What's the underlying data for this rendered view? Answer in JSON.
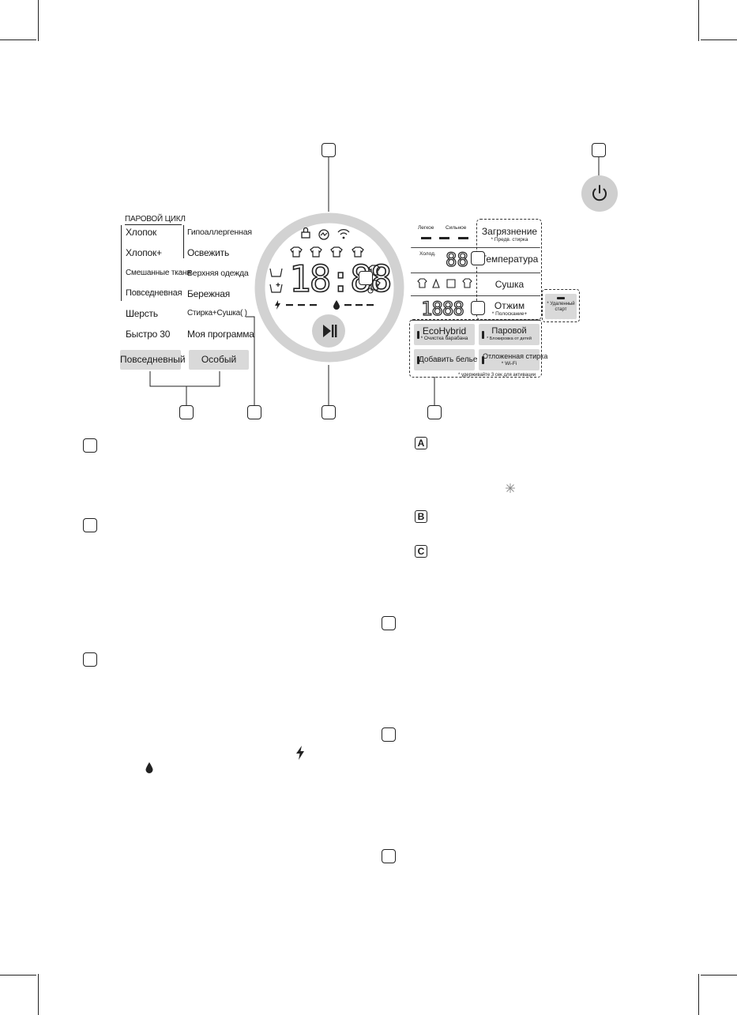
{
  "program_panel": {
    "header": "ПАРОВОЙ ЦИКЛ",
    "left_column": [
      "Хлопок",
      "Хлопок+",
      "Смешанные ткани",
      "Повседневная",
      "Шерсть",
      "Быстро 30"
    ],
    "right_column": [
      "Гипоаллергенная",
      "Освежить",
      "Верхняя одежда",
      "Бережная",
      "Стирка+Сушка(   )",
      "Моя программа"
    ],
    "buttons": [
      "Повседневный",
      "Особый"
    ]
  },
  "display": {
    "time": "18:88"
  },
  "options_panel": {
    "soil_low": "Легкое",
    "soil_high": "Сильное",
    "cold": "Холод.",
    "soil": {
      "label": "Загрязнение",
      "sub": "* Предв. стирка"
    },
    "temperature": {
      "label": "Температура"
    },
    "dry": {
      "label": "Сушка"
    },
    "spin": {
      "label": "Отжим",
      "sub": "* Полоскание+"
    },
    "remote_start": "* Удаленный старт",
    "ecohybrid": {
      "label": "EcoHybrid",
      "sub": "* Очистка барабана"
    },
    "steam": {
      "label": "Паровой",
      "sub": "* Блокировка от детей"
    },
    "add_item": {
      "label": "Добавить белье"
    },
    "delay_end": {
      "label": "Отложенная стирка",
      "sub": "* Wi-Fi"
    },
    "footnote": "* удерживайте 3 сек для активации"
  },
  "legend_markers": [
    "A",
    "B",
    "C"
  ],
  "icons": {
    "power": "power-icon",
    "play_pause": "play-pause-icon",
    "energy": "lightning-icon",
    "water": "water-drop-icon",
    "wifi": "wifi-icon",
    "child_lock": "lock-icon",
    "tub_clean": "tub-clean-icon"
  }
}
